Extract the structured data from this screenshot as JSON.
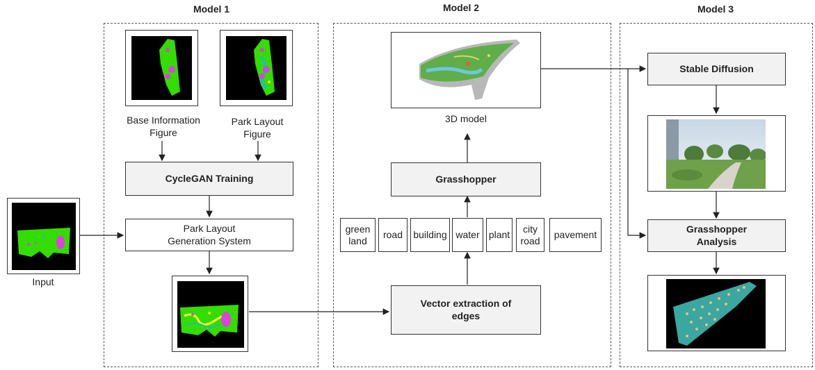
{
  "models": {
    "model1": "Model 1",
    "model2": "Model 2",
    "model3": "Model 3"
  },
  "model1": {
    "base_info_label": "Base Information\nFigure",
    "park_layout_label": "Park Layout\nFigure",
    "cyclegan": "CycleGAN Training",
    "generation_system": "Park Layout\nGeneration System"
  },
  "input_label": "Input",
  "model2": {
    "three_d_label": "3D model",
    "grasshopper": "Grasshopper",
    "categories": [
      "green\nland",
      "road",
      "building",
      "water",
      "plant",
      "city\nroad",
      "pavement"
    ],
    "vector_extraction": "Vector extraction of\nedges"
  },
  "model3": {
    "stable_diffusion": "Stable Diffusion",
    "grasshopper_analysis": "Grasshopper\nAnalysis"
  },
  "colors": {
    "box_fill": "#f2f2f2",
    "mask_green": "#33dd00",
    "mask_magenta": "#e040e0",
    "mask_cyan": "#22bbbb",
    "background_black": "#000000"
  }
}
